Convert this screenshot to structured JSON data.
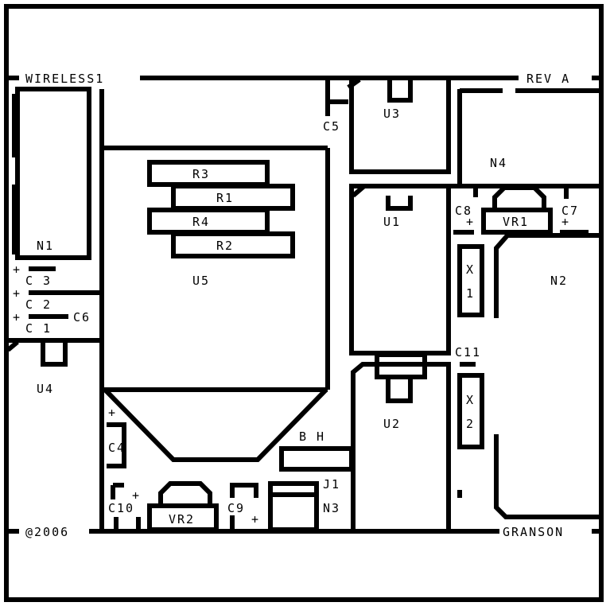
{
  "board": {
    "title": "WIRELESS1",
    "revision": "REV A",
    "copyright": "@2006",
    "author": "GRANSON"
  },
  "components": {
    "n1": "N1",
    "n2": "N2",
    "n3": "N3",
    "n4": "N4",
    "u1": "U1",
    "u2": "U2",
    "u3": "U3",
    "u4": "U4",
    "u5": "U5",
    "r1": "R1",
    "r2": "R2",
    "r3": "R3",
    "r4": "R4",
    "c1": "C 1",
    "c2": "C 2",
    "c3": "C 3",
    "c4": "C4",
    "c5": "C5",
    "c6": "C6",
    "c7": "C7",
    "c8": "C8",
    "c9": "C9",
    "c10": "C10",
    "c11": "C11",
    "vr1": "VR1",
    "vr2": "VR2",
    "x1_a": "X",
    "x1_b": "1",
    "x2_a": "X",
    "x2_b": "2",
    "j1": "J1",
    "bh": "B H"
  },
  "polarity": "+"
}
